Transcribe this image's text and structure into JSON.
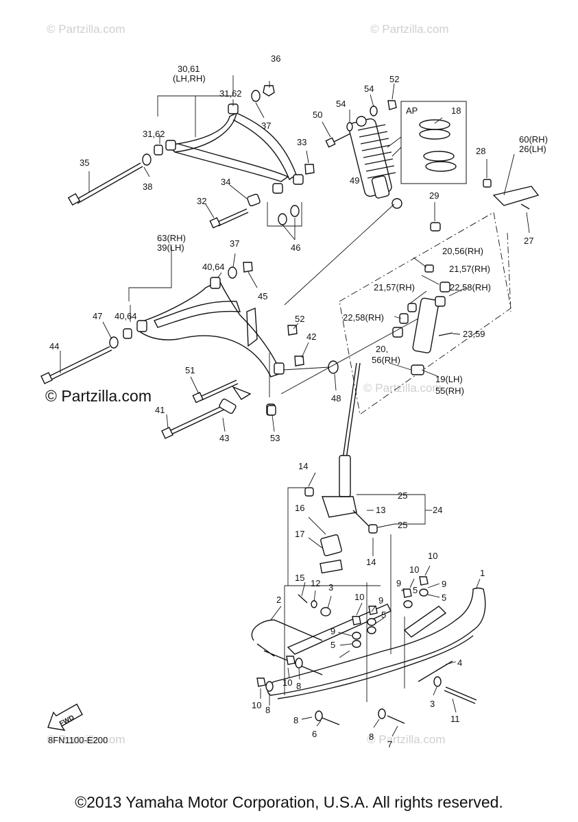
{
  "diagram_code": "8FN1100-E200",
  "copyright": "©2013 Yamaha Motor Corporation, U.S.A. All rights reserved.",
  "watermark": "© Partzilla.com",
  "fwd_label": "FWD",
  "box_label": "AP",
  "callouts": {
    "c1": "1",
    "c2": "2",
    "c3a": "3",
    "c3b": "3",
    "c4": "4",
    "c5a": "5",
    "c5b": "5",
    "c5c": "5",
    "c5d": "5",
    "c6": "6",
    "c7": "7",
    "c8a": "8",
    "c8b": "8",
    "c8c": "8",
    "c8d": "8",
    "c9a": "9",
    "c9b": "9",
    "c9c": "9",
    "c9d": "9",
    "c10a": "10",
    "c10b": "10",
    "c10c": "10",
    "c10d": "10",
    "c10e": "10",
    "c11": "11",
    "c12": "12",
    "c13": "13",
    "c14a": "14",
    "c14b": "14",
    "c15": "15",
    "c16": "16",
    "c17": "17",
    "c18": "18",
    "c19": "19(LH)",
    "c55": "55(RH)",
    "c20a": "20,56(RH)",
    "c20b": "20,",
    "c20c": "56(RH)",
    "c21a": "21,57(RH)",
    "c21b": "21,57(RH)",
    "c22a": "22,58(RH)",
    "c22b": "22,58(RH)",
    "c23": "23,59",
    "c24": "24",
    "c25a": "25",
    "c25b": "25",
    "c27": "27",
    "c28": "28",
    "c29": "29",
    "c30": "30,61",
    "c30b": "(LH,RH)",
    "c31a": "31,62",
    "c31b": "31,62",
    "c32": "32",
    "c33": "33",
    "c34": "34",
    "c35": "35",
    "c36": "36",
    "c37a": "37",
    "c37b": "37",
    "c38": "38",
    "c39": "39(LH)",
    "c63": "63(RH)",
    "c40a": "40,64",
    "c40b": "40,64",
    "c41": "41",
    "c42": "42",
    "c43": "43",
    "c44": "44",
    "c45": "45",
    "c46": "46",
    "c47": "47",
    "c48": "48",
    "c49": "49",
    "c50": "50",
    "c51": "51",
    "c52a": "52",
    "c52b": "52",
    "c53": "53",
    "c54a": "54",
    "c54b": "54",
    "c60": "60(RH)",
    "c26": "26(LH)"
  }
}
